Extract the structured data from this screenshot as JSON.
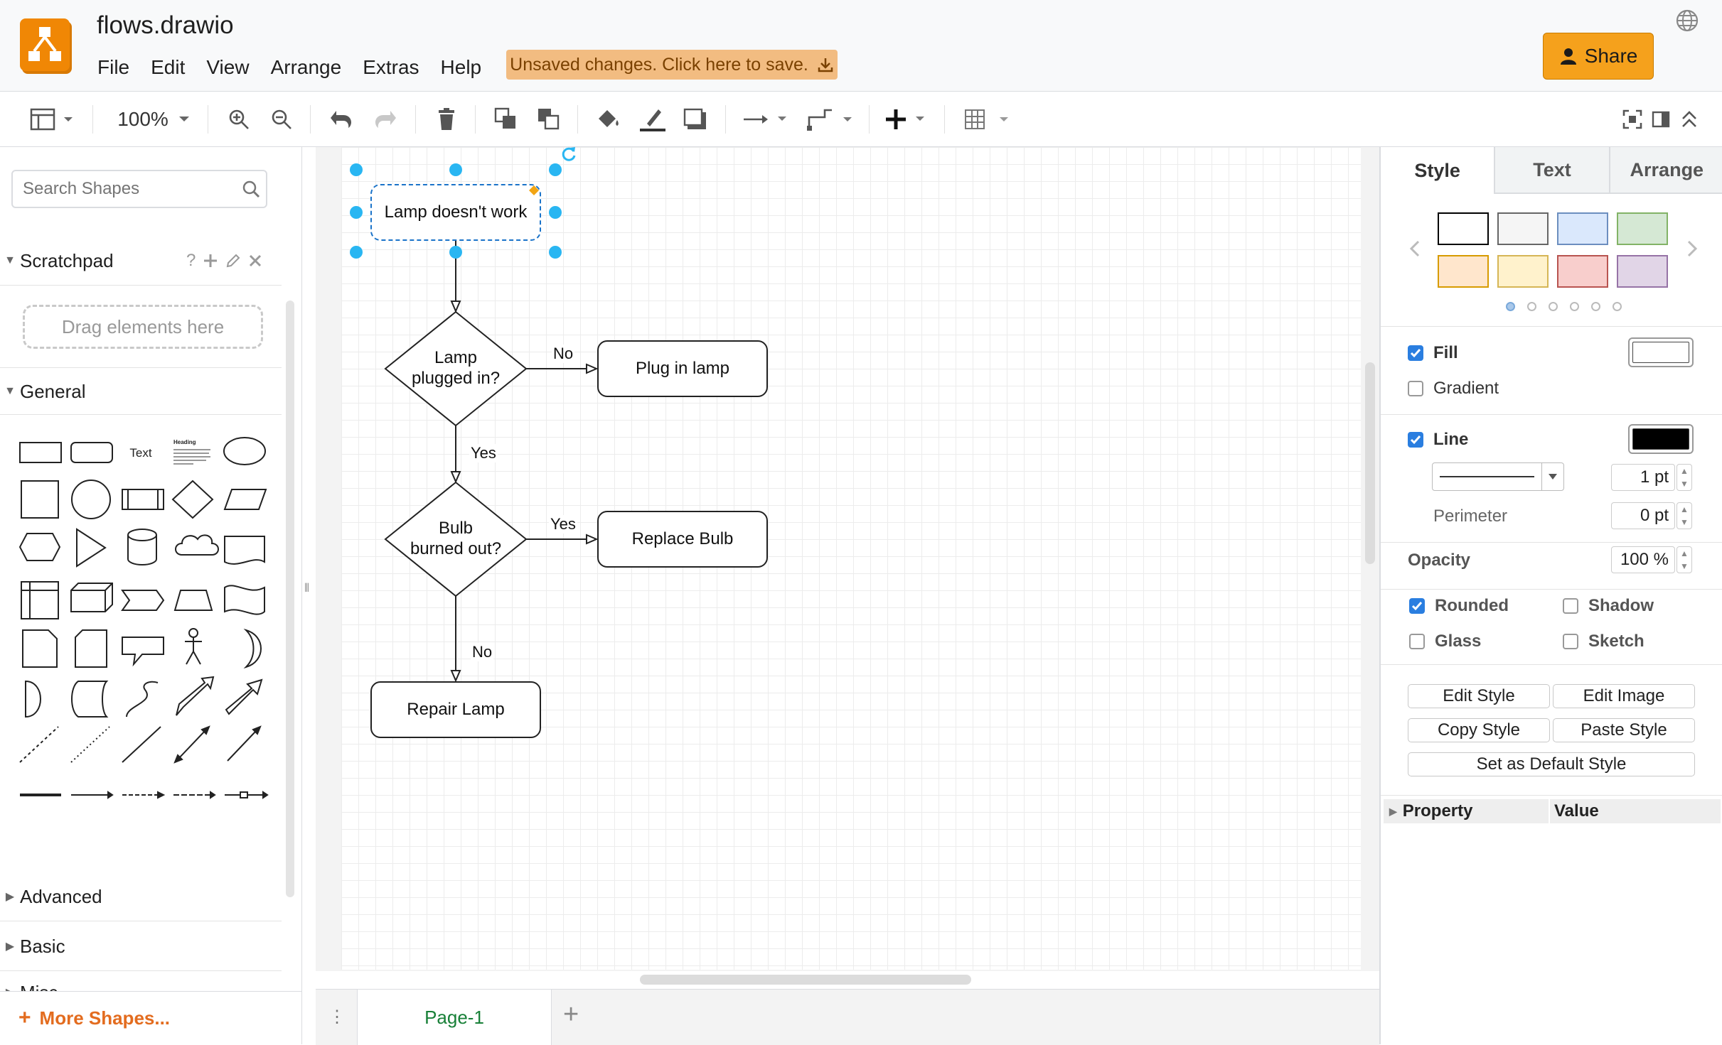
{
  "app": {
    "title": "flows.drawio",
    "menu": [
      "File",
      "Edit",
      "View",
      "Arrange",
      "Extras",
      "Help"
    ],
    "unsaved_notice": "Unsaved changes. Click here to save.",
    "share_label": "Share",
    "brand_color": "#f08705",
    "notice_color": "#f2bc81",
    "share_color": "#f5a11c"
  },
  "toolbar": {
    "zoom": "100%",
    "icons": [
      "format-panel-icon",
      "zoom-in-icon",
      "zoom-out-icon",
      "undo-icon",
      "redo-icon",
      "delete-icon",
      "to-front-icon",
      "to-back-icon",
      "fill-color-icon",
      "line-color-icon",
      "shadow-icon",
      "connection-icon",
      "waypoints-icon",
      "insert-icon",
      "table-icon",
      "fullscreen-icon",
      "format-toggle-icon",
      "collapse-icon"
    ]
  },
  "sidebar": {
    "search_placeholder": "Search Shapes",
    "scratchpad": "Scratchpad",
    "scratchpad_help": "?",
    "dropzone": "Drag elements here",
    "general": "General",
    "text_shape": "Text",
    "heading_shape": "Heading",
    "sections": [
      "Misc",
      "Advanced",
      "Basic"
    ],
    "more_shapes": "More Shapes..."
  },
  "diagram": {
    "nodes": {
      "lamp_doesnt_work": "Lamp doesn't work",
      "lamp_plugged_in": "Lamp\nplugged in?",
      "plug_in_lamp": "Plug in lamp",
      "bulb_burned_out": "Bulb\nburned out?",
      "replace_bulb": "Replace Bulb",
      "repair_lamp": "Repair Lamp"
    },
    "edges": {
      "plugged_no": "No",
      "plugged_yes": "Yes",
      "bulb_yes": "Yes",
      "bulb_no": "No"
    },
    "selection_color": "#29b6f2"
  },
  "pages": {
    "tabs": [
      "Page-1"
    ],
    "active": "Page-1"
  },
  "format_panel": {
    "tabs": [
      "Style",
      "Text",
      "Arrange"
    ],
    "active_tab": "Style",
    "swatches": [
      {
        "fill": "#ffffff",
        "stroke": "#000000"
      },
      {
        "fill": "#f5f5f5",
        "stroke": "#666666"
      },
      {
        "fill": "#dae8fc",
        "stroke": "#6c8ebf"
      },
      {
        "fill": "#d5e8d4",
        "stroke": "#82b366"
      },
      {
        "fill": "#ffe6cc",
        "stroke": "#d79b00"
      },
      {
        "fill": "#fff2cc",
        "stroke": "#d6b656"
      },
      {
        "fill": "#f8cecc",
        "stroke": "#b85450"
      },
      {
        "fill": "#e1d5e7",
        "stroke": "#9673a6"
      }
    ],
    "swatch_pages": 6,
    "fill_label": "Fill",
    "fill_checked": true,
    "fill_color": "#ffffff",
    "gradient_label": "Gradient",
    "gradient_checked": false,
    "line_label": "Line",
    "line_checked": true,
    "line_color": "#000000",
    "line_width": "1 pt",
    "perimeter_label": "Perimeter",
    "perimeter": "0 pt",
    "opacity_label": "Opacity",
    "opacity": "100 %",
    "rounded_label": "Rounded",
    "rounded_checked": true,
    "shadow_label": "Shadow",
    "shadow_checked": false,
    "glass_label": "Glass",
    "glass_checked": false,
    "sketch_label": "Sketch",
    "sketch_checked": false,
    "buttons": {
      "edit_style": "Edit Style",
      "edit_image": "Edit Image",
      "copy_style": "Copy Style",
      "paste_style": "Paste Style",
      "set_default": "Set as Default Style"
    },
    "property_header": "Property",
    "value_header": "Value"
  }
}
